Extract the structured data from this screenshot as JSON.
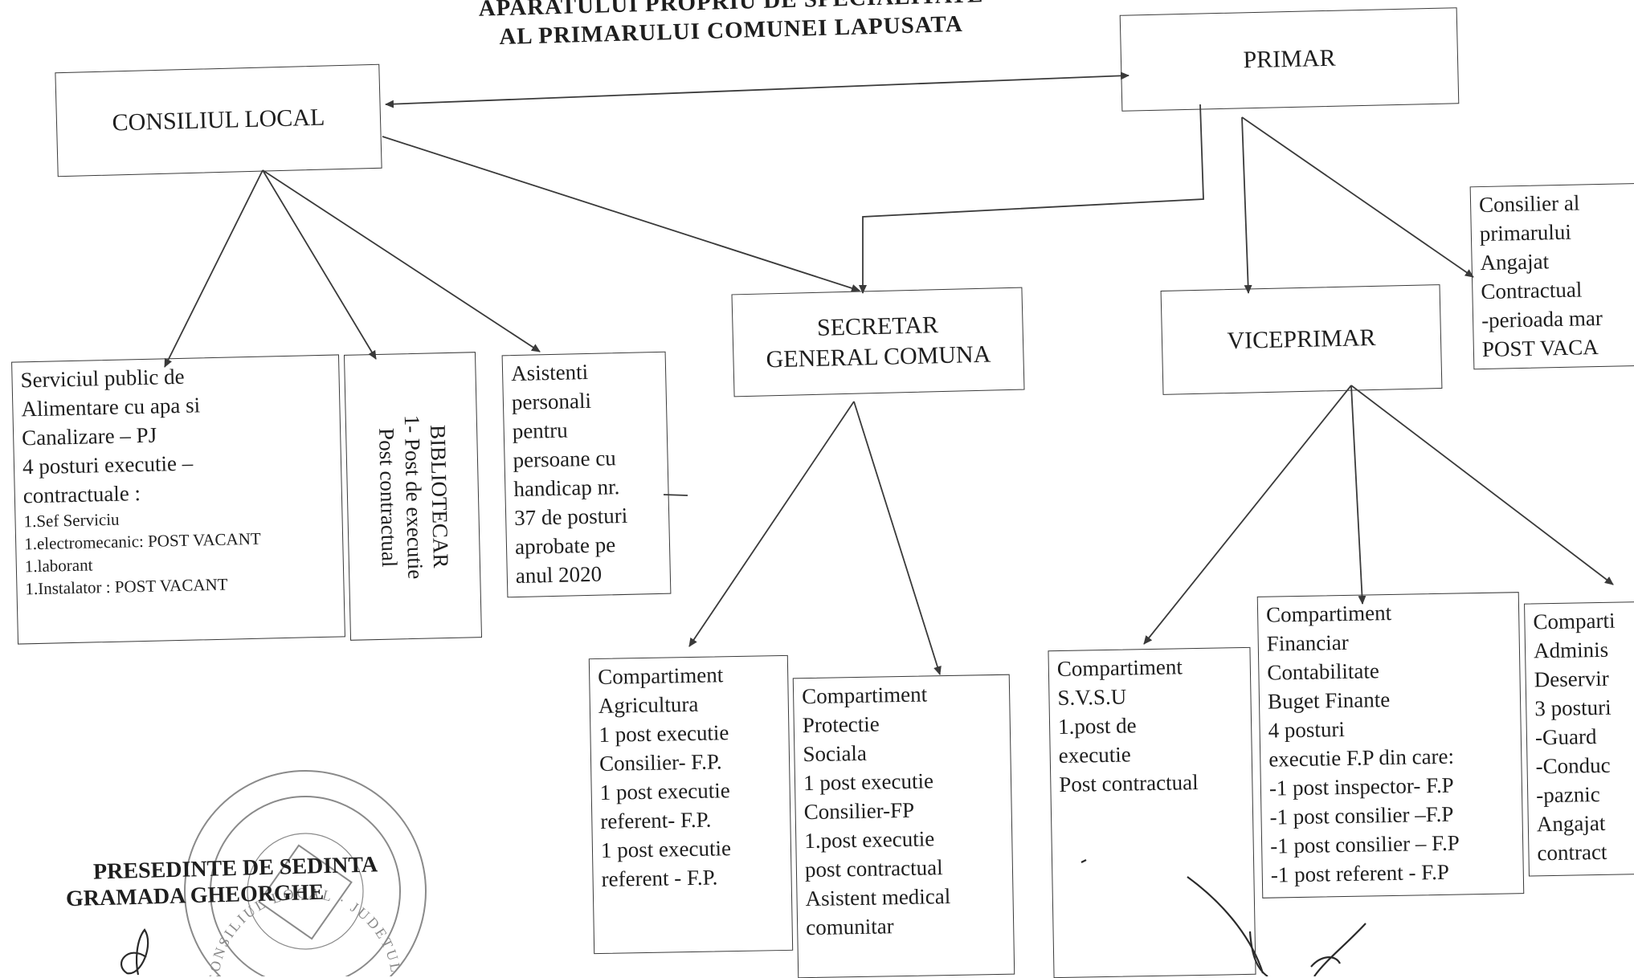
{
  "heading": {
    "line1": "APARATULUI PROPRIU DE SPECIALITATE",
    "line2": "AL PRIMARULUI COMUNEI LAPUSATA"
  },
  "nodes": {
    "primar": "PRIMAR",
    "consiliul_local": "CONSILIUL LOCAL",
    "secretar": {
      "line1": "SECRETAR",
      "line2": "GENERAL COMUNA"
    },
    "viceprimar": "VICEPRIMAR",
    "consilier_primar": [
      "Consilier al",
      "primarului",
      "Angajat",
      "Contractual",
      "-perioada mar",
      "POST VACA"
    ],
    "serviciu_apa": {
      "lines": [
        "Serviciul public de",
        "Alimentare cu apa si",
        "Canalizare – PJ",
        " 4 posturi executie –",
        "contractuale :"
      ],
      "small_lines": [
        "1.Sef Serviciu",
        "1.electromecanic: POST VACANT",
        "1.laborant",
        "1.Instalator : POST VACANT"
      ]
    },
    "biblioteca": {
      "line1": "BIBLIOTECAR",
      "line2": "1-  Post de executie",
      "line3": "Post contractual"
    },
    "asistenti": [
      "Asistenti",
      "personali",
      "pentru",
      "persoane cu",
      "handicap nr.",
      "37 de posturi",
      "aprobate pe",
      "anul 2020"
    ],
    "agricultura": [
      "Compartiment",
      "Agricultura",
      "1 post executie",
      "Consilier- F.P.",
      "1 post executie",
      "referent- F.P.",
      "1 post executie",
      "referent - F.P."
    ],
    "protectie": [
      "Compartiment",
      "Protectie",
      "Sociala",
      "1 post  executie",
      "Consilier-FP",
      "1.post executie",
      "post contractual",
      "Asistent  medical",
      "comunitar"
    ],
    "svsu": [
      "Compartiment",
      "S.V.S.U",
      "1.post de",
      "executie",
      "Post contractual"
    ],
    "financiar": [
      "Compartiment",
      "Financiar",
      "Contabilitate",
      "Buget Finante",
      "4  posturi",
      "executie F.P din care:",
      "-1 post inspector- F.P",
      "-1 post consilier –F.P",
      "-1 post consilier – F.P",
      "-1 post referent - F.P"
    ],
    "administrativ": [
      "Comparti",
      "Adminis",
      "Deservir",
      "3 posturi",
      "-Guard",
      "-Conduc",
      "-paznic",
      "Angajat",
      "contract"
    ]
  },
  "signature": {
    "title": "PRESEDINTE DE SEDINTA",
    "name": "GRAMADA  GHEORGHE"
  },
  "seal": {
    "text": "CONSILIUL LOCAL · JUDETUL MARAMURES · LAPUSATA · ROMANIA"
  },
  "colors": {
    "ink": "#1e1e1e",
    "line": "#3a3a3a",
    "paper": "#ffffff",
    "seal": "#8a8a8a"
  }
}
